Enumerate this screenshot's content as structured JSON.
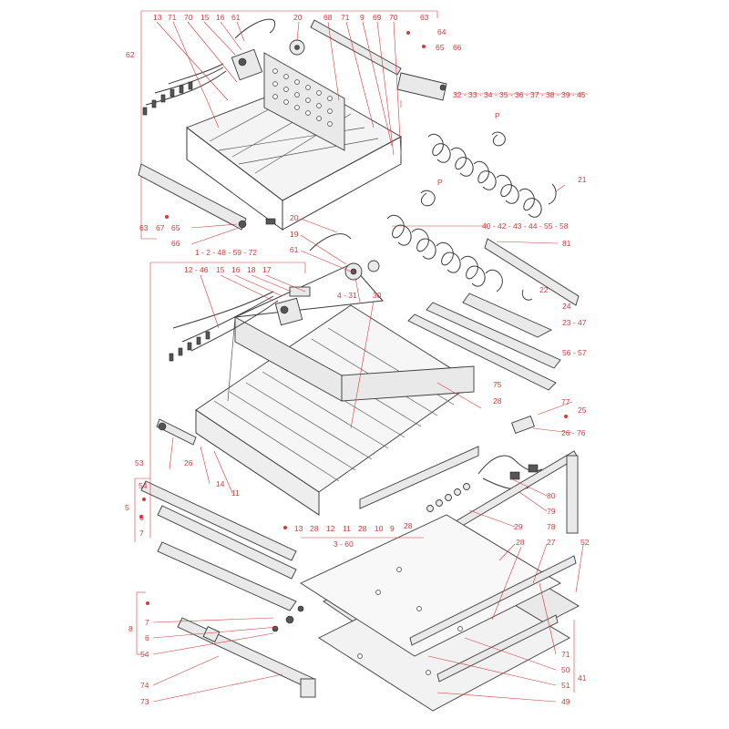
{
  "labels": {
    "l62": "62",
    "l13a": "13",
    "l71a": "71",
    "l70a": "70",
    "l15a": "15",
    "l16a": "16",
    "l61a": "61",
    "l20a": "20",
    "l68": "68",
    "l71b": "71",
    "l9a": "9",
    "l69": "69",
    "l70b": "70",
    "l63a": "63",
    "l64": "64",
    "l65a": "65",
    "l66a": "66",
    "lrange1": "32 - 33 - 34 - 35 - 36 - 37 - 38 - 39 - 45",
    "lP1": "P",
    "lP2": "P",
    "l21": "21",
    "l63b": "63",
    "l67": "67",
    "l65b": "65",
    "l66b": "66",
    "lrange2": "1 - 2 - 48 - 59 - 72",
    "l20b": "20",
    "l19": "19",
    "l61b": "61",
    "lrange3": "40 - 42 - 43 - 44 - 55 - 58",
    "l81": "81",
    "l1246": "12 - 46",
    "l15b": "15",
    "l16b": "16",
    "l18": "18",
    "l17": "17",
    "l431": "4 - 31",
    "l30": "30",
    "l22": "22",
    "l24": "24",
    "l2347": "23 - 47",
    "l5657": "56 - 57",
    "l75": "75",
    "l28a": "28",
    "l77": "77",
    "l25": "25",
    "l2676": "26 - 76",
    "l26": "26",
    "l14": "14",
    "l11a": "11",
    "l53": "53",
    "l54a": "54",
    "l5": "5",
    "l6a": "6",
    "l7a": "7",
    "l13b": "13",
    "l28b": "28",
    "l12": "12",
    "l11b": "11",
    "l28c": "28",
    "l10": "10",
    "l9b": "9",
    "l80": "80",
    "l79": "79",
    "l78": "78",
    "l29": "29",
    "l28d": "28",
    "l360": "3 - 60",
    "l28e": "28",
    "l27": "27",
    "l52": "52",
    "l8": "8",
    "l7b": "7",
    "l6b": "6",
    "l54b": "54",
    "l71c": "71",
    "l50": "50",
    "l51": "51",
    "l41": "41",
    "l49": "49",
    "l74": "74",
    "l73": "73"
  }
}
